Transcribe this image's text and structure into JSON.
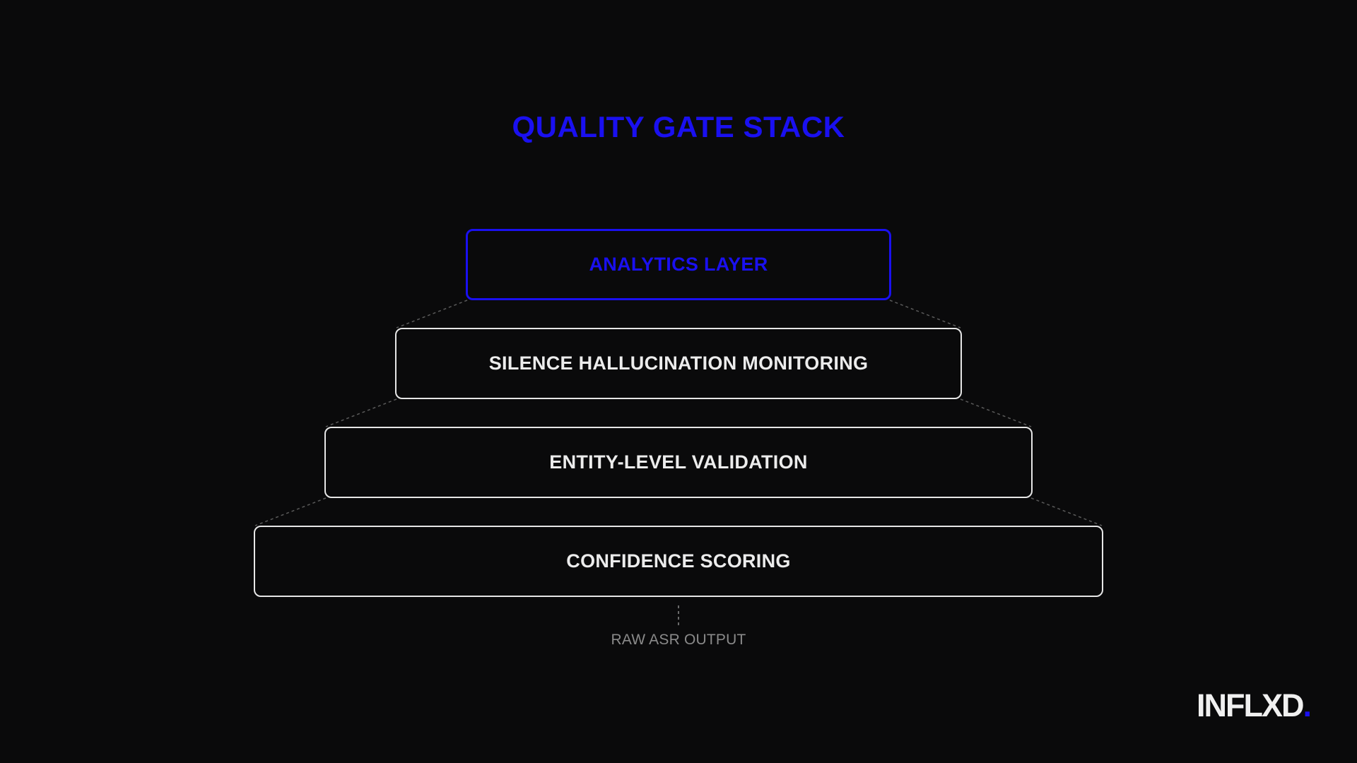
{
  "title": "QUALITY GATE STACK",
  "layers": [
    {
      "label": "ANALYTICS LAYER",
      "highlighted": true
    },
    {
      "label": "SILENCE HALLUCINATION MONITORING",
      "highlighted": false
    },
    {
      "label": "ENTITY-LEVEL VALIDATION",
      "highlighted": false
    },
    {
      "label": "CONFIDENCE SCORING",
      "highlighted": false
    }
  ],
  "base_label": "RAW ASR OUTPUT",
  "logo": {
    "text": "INFLXD",
    "dot": "."
  },
  "colors": {
    "background": "#0a0a0b",
    "accent": "#1a10f0",
    "border": "#e6e6e6",
    "text": "#ececec",
    "muted": "#8a8a8a"
  }
}
